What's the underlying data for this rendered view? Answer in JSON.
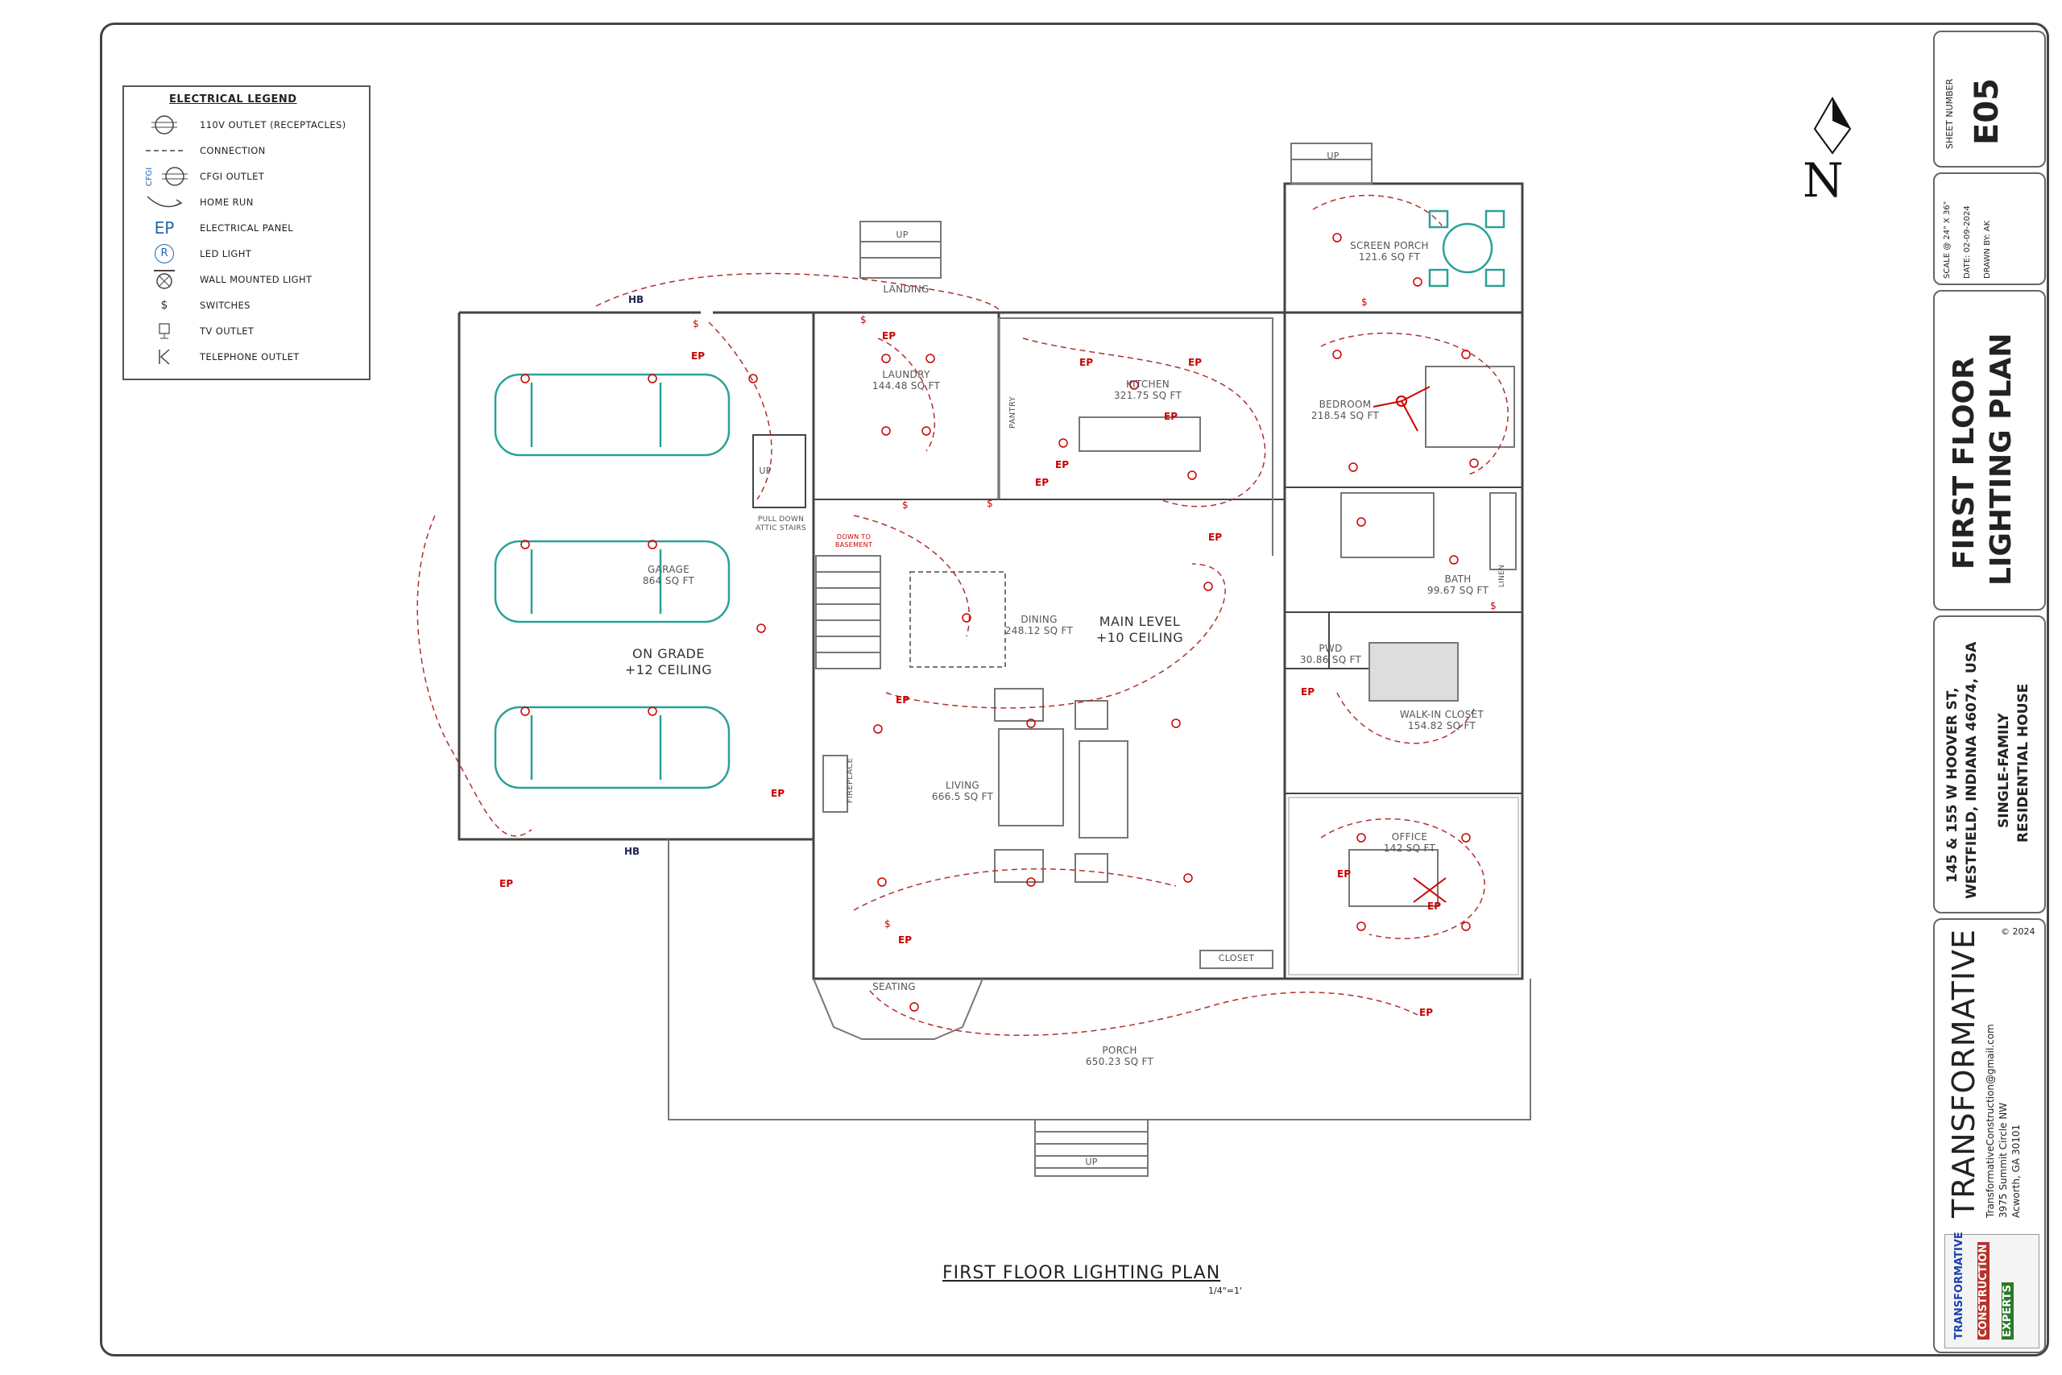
{
  "legend": {
    "title": "ELECTRICAL LEGEND",
    "items": [
      {
        "symbol": "outlet",
        "label": "110V OUTLET (RECEPTACLES)"
      },
      {
        "symbol": "connection",
        "label": "CONNECTION"
      },
      {
        "symbol": "cfgi",
        "symbol_text": "CFGI",
        "label": "CFGI OUTLET"
      },
      {
        "symbol": "home-run",
        "label": "HOME RUN"
      },
      {
        "symbol": "ep",
        "symbol_text": "EP",
        "label": "ELECTRICAL PANEL"
      },
      {
        "symbol": "led",
        "symbol_text": "R",
        "label": "LED LIGHT"
      },
      {
        "symbol": "wall-light",
        "label": "WALL MOUNTED LIGHT"
      },
      {
        "symbol": "switch",
        "symbol_text": "$",
        "label": "SWITCHES"
      },
      {
        "symbol": "tv",
        "label": "TV OUTLET"
      },
      {
        "symbol": "telephone",
        "label": "TELEPHONE OUTLET"
      }
    ]
  },
  "rooms": {
    "screen_porch": {
      "name": "SCREEN PORCH",
      "area": "121.6 SQ FT"
    },
    "landing": {
      "name": "LANDING"
    },
    "laundry": {
      "name": "LAUNDRY",
      "area": "144.48 SQ FT"
    },
    "kitchen": {
      "name": "KITCHEN",
      "area": "321.75 SQ FT"
    },
    "pantry": {
      "name": "PANTRY"
    },
    "bedroom": {
      "name": "BEDROOM",
      "area": "218.54 SQ FT"
    },
    "garage": {
      "name": "GARAGE",
      "area": "864 SQ FT"
    },
    "garage_note": {
      "line1": "ON GRADE",
      "line2": "+12 CEILING"
    },
    "attic": {
      "line1": "PULL DOWN",
      "line2": "ATTIC STAIRS"
    },
    "down_basement": {
      "line1": "DOWN TO",
      "line2": "BASEMENT"
    },
    "dining": {
      "name": "DINING",
      "area": "248.12 SQ FT"
    },
    "main_level": {
      "line1": "MAIN LEVEL",
      "line2": "+10 CEILING"
    },
    "bath": {
      "name": "BATH",
      "area": "99.67 SQ FT"
    },
    "linen": {
      "name": "LINEN"
    },
    "pwd": {
      "name": "PWD",
      "area": "30.86 SQ FT"
    },
    "walk_in": {
      "name": "WALK-IN CLOSET",
      "area": "154.82 SQ FT"
    },
    "fireplace": {
      "name": "FIREPLACE"
    },
    "living": {
      "name": "LIVING",
      "area": "666.5 SQ FT"
    },
    "office": {
      "name": "OFFICE",
      "area": "142 SQ FT"
    },
    "seating": {
      "name": "SEATING"
    },
    "closet": {
      "name": "CLOSET"
    },
    "porch": {
      "name": "PORCH",
      "area": "650.23 SQ FT"
    }
  },
  "stairs": {
    "up": "UP"
  },
  "markers": {
    "ep": "EP",
    "hb": "HB",
    "switch": "$"
  },
  "north": "N",
  "caption": "FIRST FLOOR LIGHTING PLAN",
  "scale_text": "1/4\"=1'",
  "title_block": {
    "sheet_label": "SHEET NUMBER",
    "sheet_number": "E05",
    "scale": "SCALE @ 24\" X 36\"",
    "date": "DATE: 02-09-2024",
    "drawn_by": "DRAWN BY: AK",
    "title_line1": "FIRST FLOOR",
    "title_line2": "LIGHTING PLAN",
    "address_line1": "145 & 155 W HOOVER ST,",
    "address_line2": "WESTFIELD, INDIANA 46074, USA",
    "type_line1": "SINGLE-FAMILY",
    "type_line2": "RESIDENTIAL HOUSE",
    "copyright": "© 2024",
    "company": "TRANSFORMATIVE",
    "email": "TransformativeConstruction@gmail.com",
    "street": "3975 Summit Circle NW",
    "city": "Acworth, GA 30101",
    "logo_top": "TRANSFORMATIVE",
    "logo_mid": "CONSTRUCTION",
    "logo_bottom": "EXPERTS"
  },
  "colors": {
    "ep": "#cc0000",
    "car": "#2aa198",
    "wall": "#444444",
    "wire": "#b03030"
  }
}
